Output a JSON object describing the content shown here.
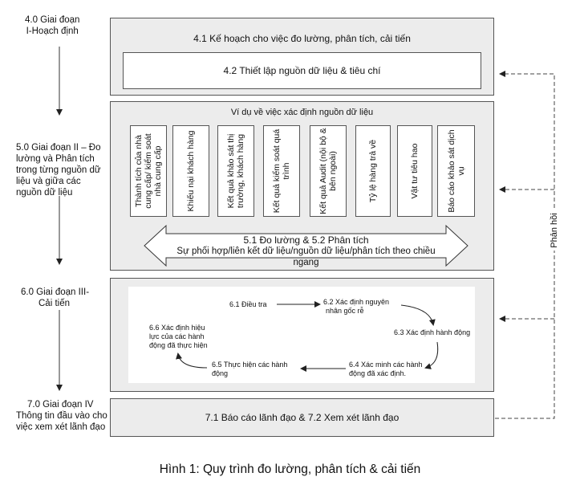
{
  "phases": {
    "p4": [
      "4.0 Giai đoạn",
      "I-Hoạch định"
    ],
    "p5": [
      "5.0 Giai đoạn II – Đo",
      "lường và Phân tích",
      "trong từng nguồn dữ",
      "liệu và giữa các",
      "nguồn dữ liệu"
    ],
    "p6": [
      "6.0 Giai đoạn III-",
      "Cải tiến"
    ],
    "p7": [
      "7.0 Giai đoạn IV",
      "Thông tin đầu vào cho",
      "việc xem xét lãnh đạo"
    ]
  },
  "planning": {
    "s41": "4.1 Kế hoạch cho việc đo lường, phân tích, cải tiến",
    "s42": "4.2 Thiết lập nguồn dữ liệu & tiêu chí"
  },
  "measurement": {
    "title": "Ví dụ về việc xác định nguồn dữ liệu",
    "sources": [
      "Thành tích của nhà cung cấp/ kiểm soát nhà cung cấp",
      "Khiếu nại khách hàng",
      "Kết quả khảo sát thị trường, khách hàng",
      "Kết quả kiểm soát quá trình",
      "Kết quả Audit (nội bộ & bên ngoài)",
      "Tỷ lệ hàng trả về",
      "Vật tư tiêu hao",
      "Báo cáo khảo sát dịch vụ"
    ],
    "arrow_line1": "5.1 Đo lường & 5.2 Phân tích",
    "arrow_line2": "Sự phối hợp/liên kết dữ liệu/nguồn dữ liệu/phân tích theo chiều ngang"
  },
  "improvement": {
    "s61": "6.1 Điều tra",
    "s62": [
      "6.2 Xác định nguyên",
      "nhân gốc rễ"
    ],
    "s63": "6.3 Xác định hành động",
    "s64": [
      "6.4 Xác minh các hành",
      "động đã xác định."
    ],
    "s65": [
      "6.5 Thực hiện các hành",
      "động"
    ],
    "s66": [
      "6.6 Xác định hiệu",
      "lực của các hành",
      "động đã thực hiện"
    ]
  },
  "review": {
    "s71": "7.1 Báo cáo lãnh đạo & 7.2 Xem xét lãnh đạo"
  },
  "feedback_label": "Phản hồi",
  "caption": "Hình 1: Quy trình đo lường, phân tích & cải tiến"
}
